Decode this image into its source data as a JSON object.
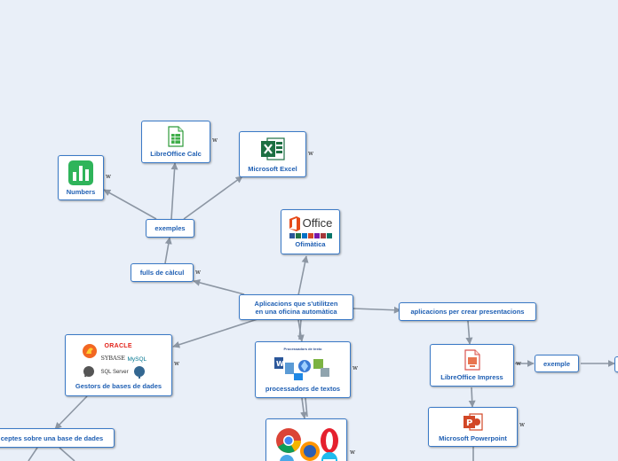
{
  "nodes": {
    "calc": "LibreOffice Calc",
    "excel": "Microsoft Excel",
    "numbers": "Numbers",
    "exemples": "exemples",
    "fulls": "fulls de càlcul",
    "office": "Ofimàtica",
    "office_logo_text": "Office",
    "center": "Aplicacions que s'utilitzen\nen una oficina automàtica",
    "presentacions": "aplicacions per crear presentacions",
    "gestors": "Gestors de bases de dades",
    "processadors": "processadors de textos",
    "processadors_img_title": "Processadors de texto",
    "impress": "LibreOffice Impress",
    "exemple": "exemple",
    "powerpoint": "Microsoft Powerpoint",
    "conceptes": "ceptes sobre una base de dades"
  },
  "db_logos": {
    "oracle": "ORACLE",
    "sybase": "SYBASE",
    "mysql": "MySQL",
    "sqlserver": "SQL Server"
  },
  "w_marker": "w",
  "colors": {
    "background": "#e9eff8",
    "node_border": "#3a79c6",
    "node_text": "#1f5fb3",
    "edge": "#8c96a3"
  }
}
